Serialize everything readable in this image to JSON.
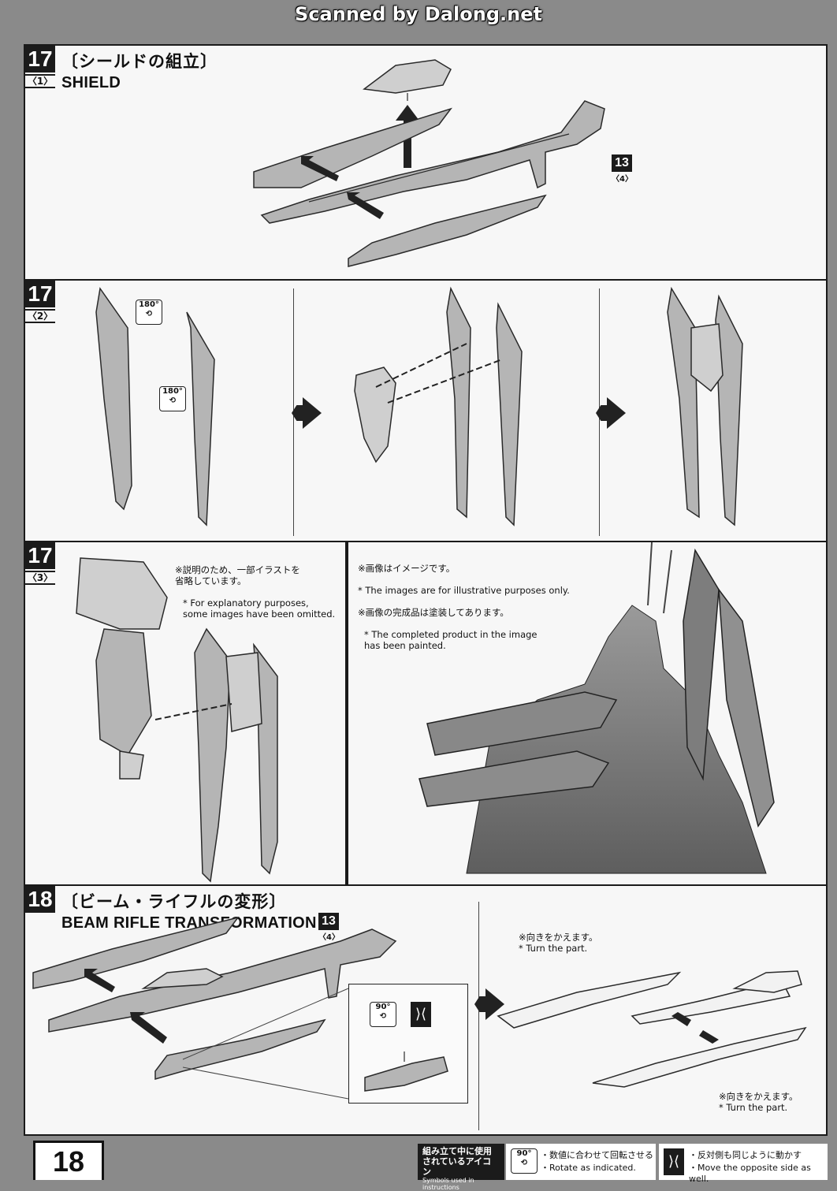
{
  "watermark": "Scanned by Dalong.net",
  "step17_1": {
    "number": "17",
    "sub": "〈1〉",
    "title_jp": "〔シールドの組立〕",
    "title_en": "SHIELD",
    "badge_num": "13",
    "badge_sub": "〈4〉"
  },
  "step17_2": {
    "number": "17",
    "sub": "〈2〉",
    "rot_label": "180°"
  },
  "step17_3": {
    "number": "17",
    "sub": "〈3〉",
    "note1_jp": "※説明のため、一部イラストを\n省略しています。",
    "note1_en": "* For explanatory purposes,\nsome images have been omitted.",
    "note2_jp": "※画像はイメージです。",
    "note2_en": "* The images are for illustrative purposes only.",
    "note3_jp": "※画像の完成品は塗装してあります。",
    "note3_en": "* The completed product in the image\nhas been painted."
  },
  "step18": {
    "number": "18",
    "title_jp": "〔ビーム・ライフルの変形〕",
    "title_en": "BEAM RIFLE TRANSFORMATION",
    "badge_num": "13",
    "badge_sub": "〈4〉",
    "rot_label": "90°",
    "turn1_jp": "※向きをかえます。",
    "turn1_en": "* Turn the part.",
    "turn2_jp": "※向きをかえます。",
    "turn2_en": "* Turn the part."
  },
  "footer": {
    "page_number": "18",
    "legend_title_jp": "組み立て中に使用\nされているアイコン",
    "legend_title_en": "Symbols used in instructions",
    "rotate_icon": "90°",
    "rotate_jp": "・数値に合わせて回転させる",
    "rotate_en": "・Rotate as indicated.",
    "mirror_jp": "・反対側も同じように動かす",
    "mirror_en": "・Move the opposite side as well."
  },
  "icons": [
    "rotate-icon",
    "mirror-icon",
    "step-arrow-icon"
  ]
}
